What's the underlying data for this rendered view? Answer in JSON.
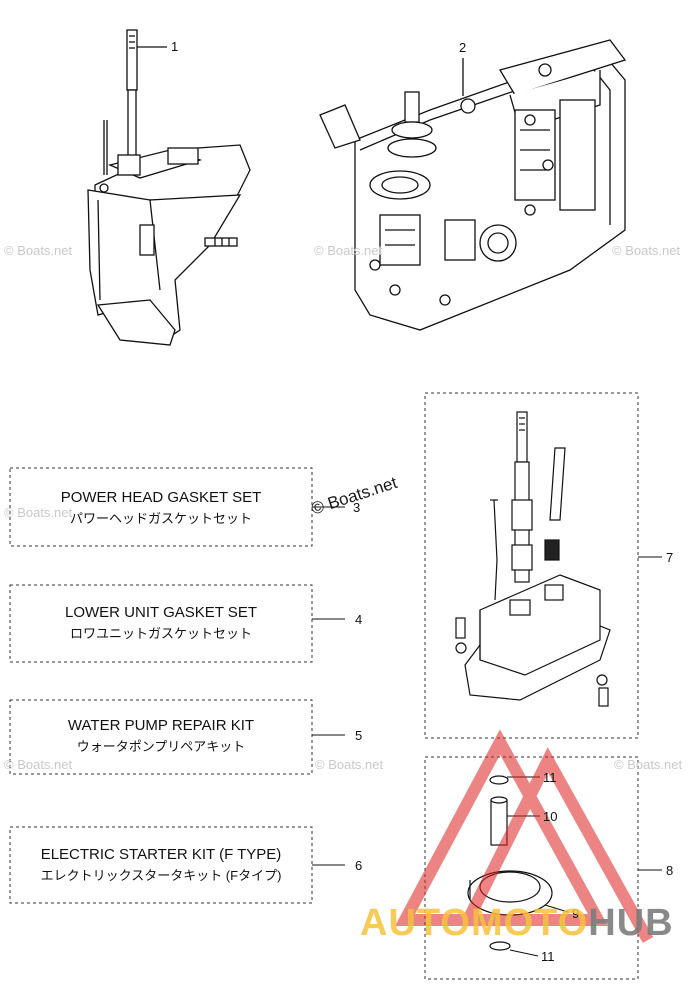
{
  "kits": [
    {
      "title": "POWER HEAD GASKET SET",
      "subtitle": "パワーヘッドガスケットセット",
      "ref": "3"
    },
    {
      "title": "LOWER UNIT GASKET SET",
      "subtitle": "ロワユニットガスケットセット",
      "ref": "4"
    },
    {
      "title": "WATER PUMP REPAIR KIT",
      "subtitle": "ウォータポンプリペアキット",
      "ref": "5"
    },
    {
      "title": "ELECTRIC STARTER KIT (F TYPE)",
      "subtitle": "エレクトリックスタータキット (Fタイプ)",
      "ref": "6"
    }
  ],
  "callouts": {
    "c1": "1",
    "c2": "2",
    "c7": "7",
    "c8": "8",
    "c9": "9",
    "c10": "10",
    "c11a": "11",
    "c11b": "11"
  },
  "watermark": {
    "main": "© Boats.net",
    "faint": "© Boats.net"
  },
  "brand": {
    "part_a": "AUTOMOTO",
    "part_b": "HUB",
    "color_a": "#f6c23e",
    "color_b": "#7d7d7d",
    "logo_color": "#e02020"
  }
}
